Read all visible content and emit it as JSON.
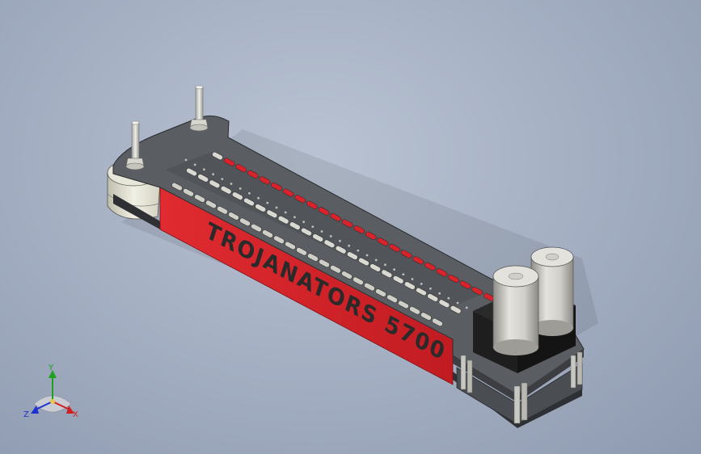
{
  "model": {
    "side_text": "TROJANATORS 5700"
  },
  "triad": {
    "x_label": "X",
    "y_label": "Y",
    "z_label": "Z"
  },
  "colors": {
    "background_top": "#b9c3d3",
    "background_bottom": "#8e9ab0",
    "plate_gray": "#585b5e",
    "plate_dark": "#3b3d40",
    "red_accent": "#d8232a",
    "motor_silver": "#c9c8c2",
    "gearbox_black": "#1c1c1c",
    "axis_x": "#d22020",
    "axis_y": "#20a020",
    "axis_z": "#2030d0"
  }
}
